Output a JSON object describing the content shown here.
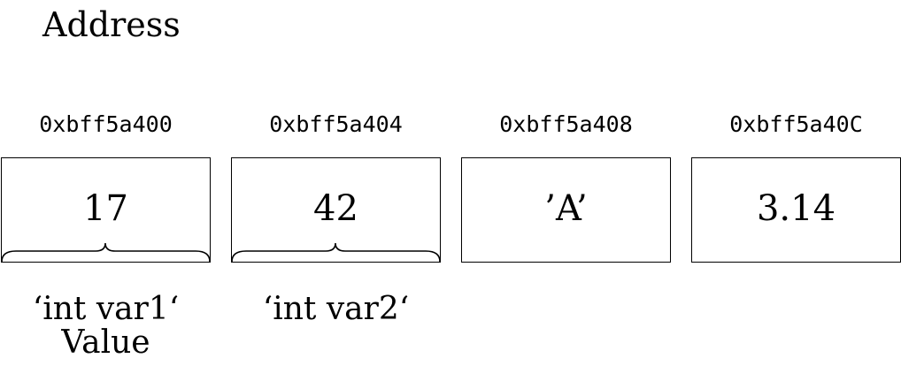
{
  "header": {
    "title": "Address"
  },
  "memory": [
    {
      "address": "0xbff5a400",
      "value": "17",
      "variable": "‘int var1‘"
    },
    {
      "address": "0xbff5a404",
      "value": "42",
      "variable": "‘int var2‘"
    },
    {
      "address": "0xbff5a408",
      "value": "’A’"
    },
    {
      "address": "0xbff5a40C",
      "value": "3.14"
    }
  ],
  "footer": {
    "value_label": "Value"
  }
}
